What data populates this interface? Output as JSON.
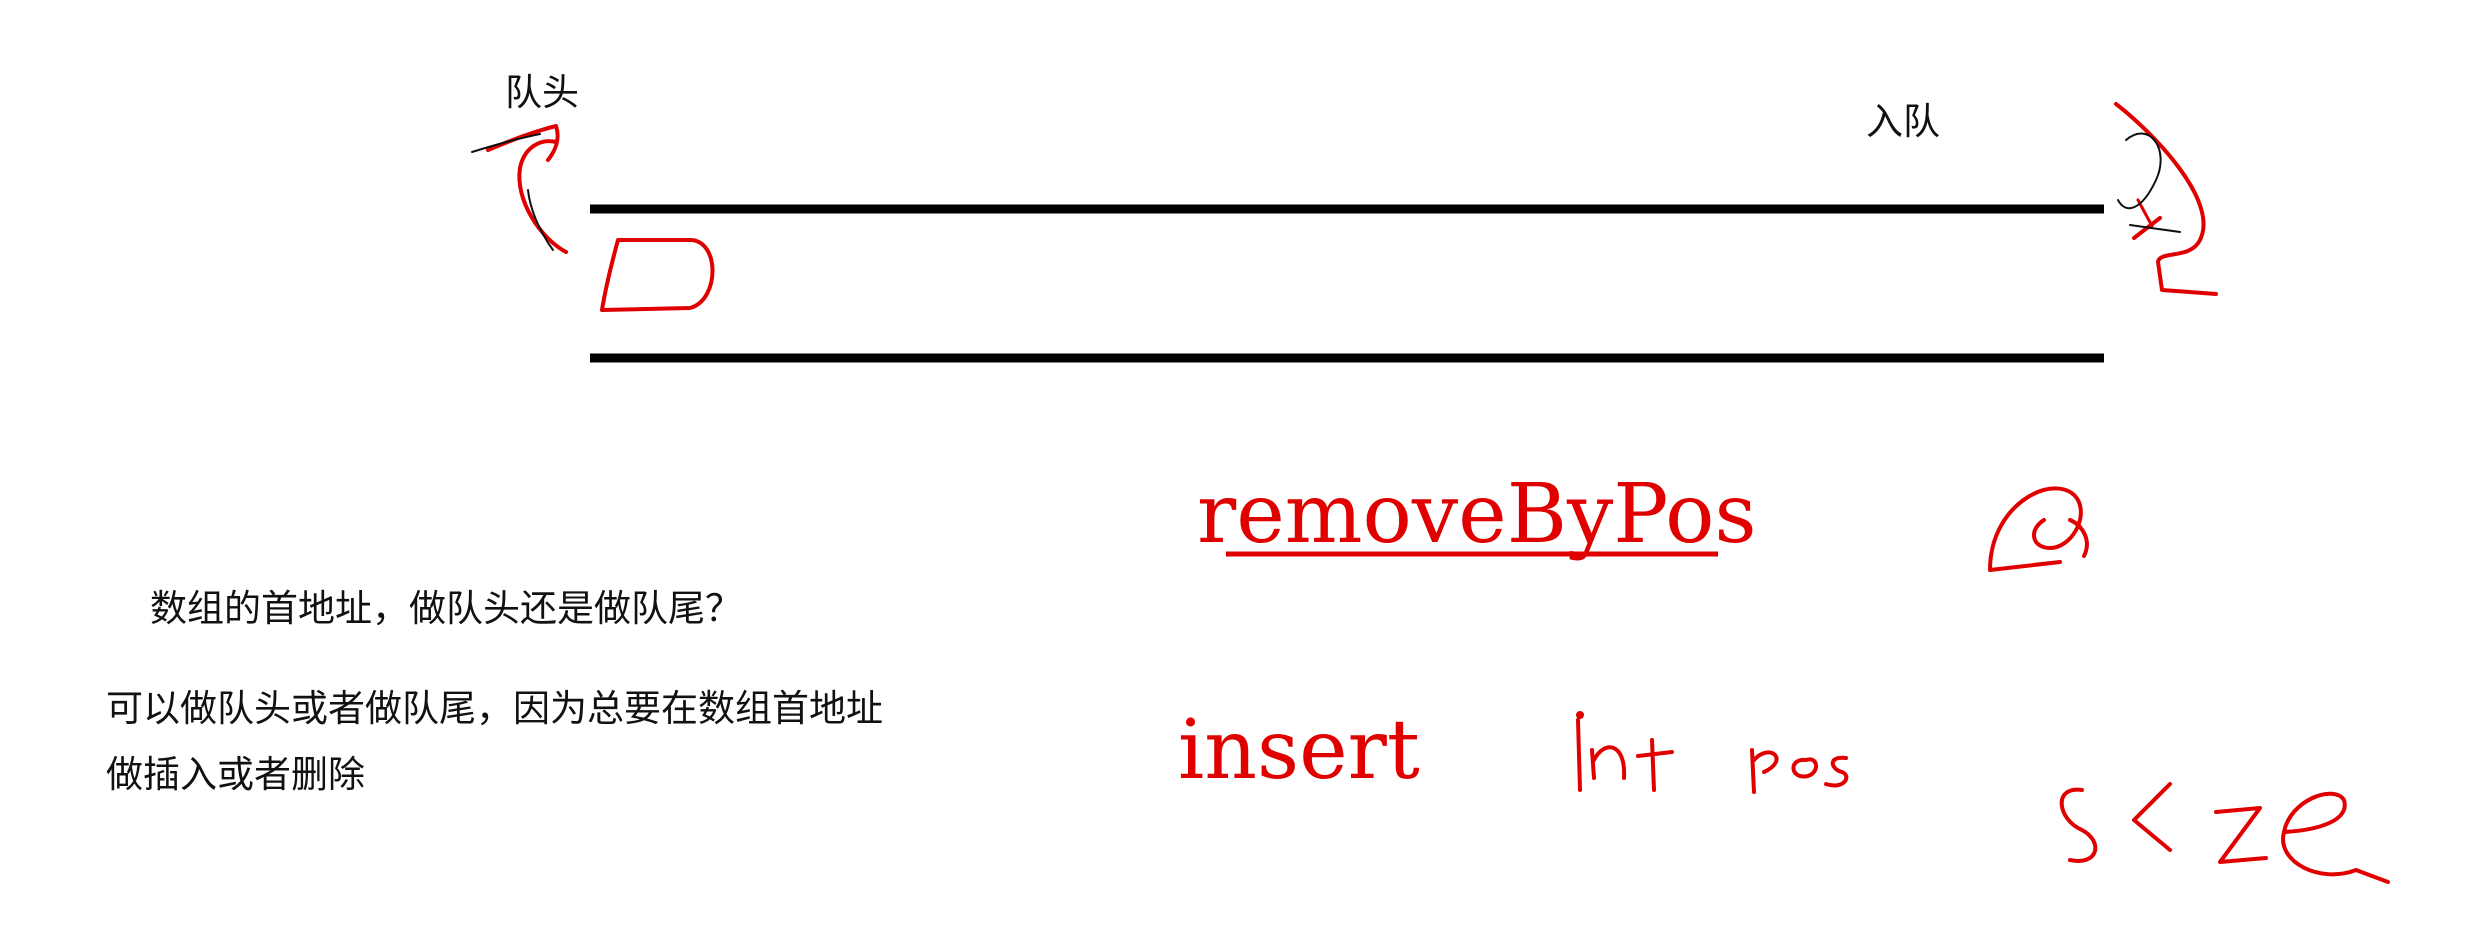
{
  "labels": {
    "queue_head": "队头",
    "enqueue": "入队"
  },
  "annotations": {
    "remove_by_pos": "removeByPos",
    "insert": "insert"
  },
  "notes": {
    "question": "数组的首地址，做队头还是做队尾？",
    "answer_line1": "可以做队头或者做队尾，因为总要在数组首地址",
    "answer_line2": "做插入或者删除"
  },
  "colors": {
    "ink_black": "#000000",
    "ink_red": "#e00000",
    "text": "#111111"
  }
}
